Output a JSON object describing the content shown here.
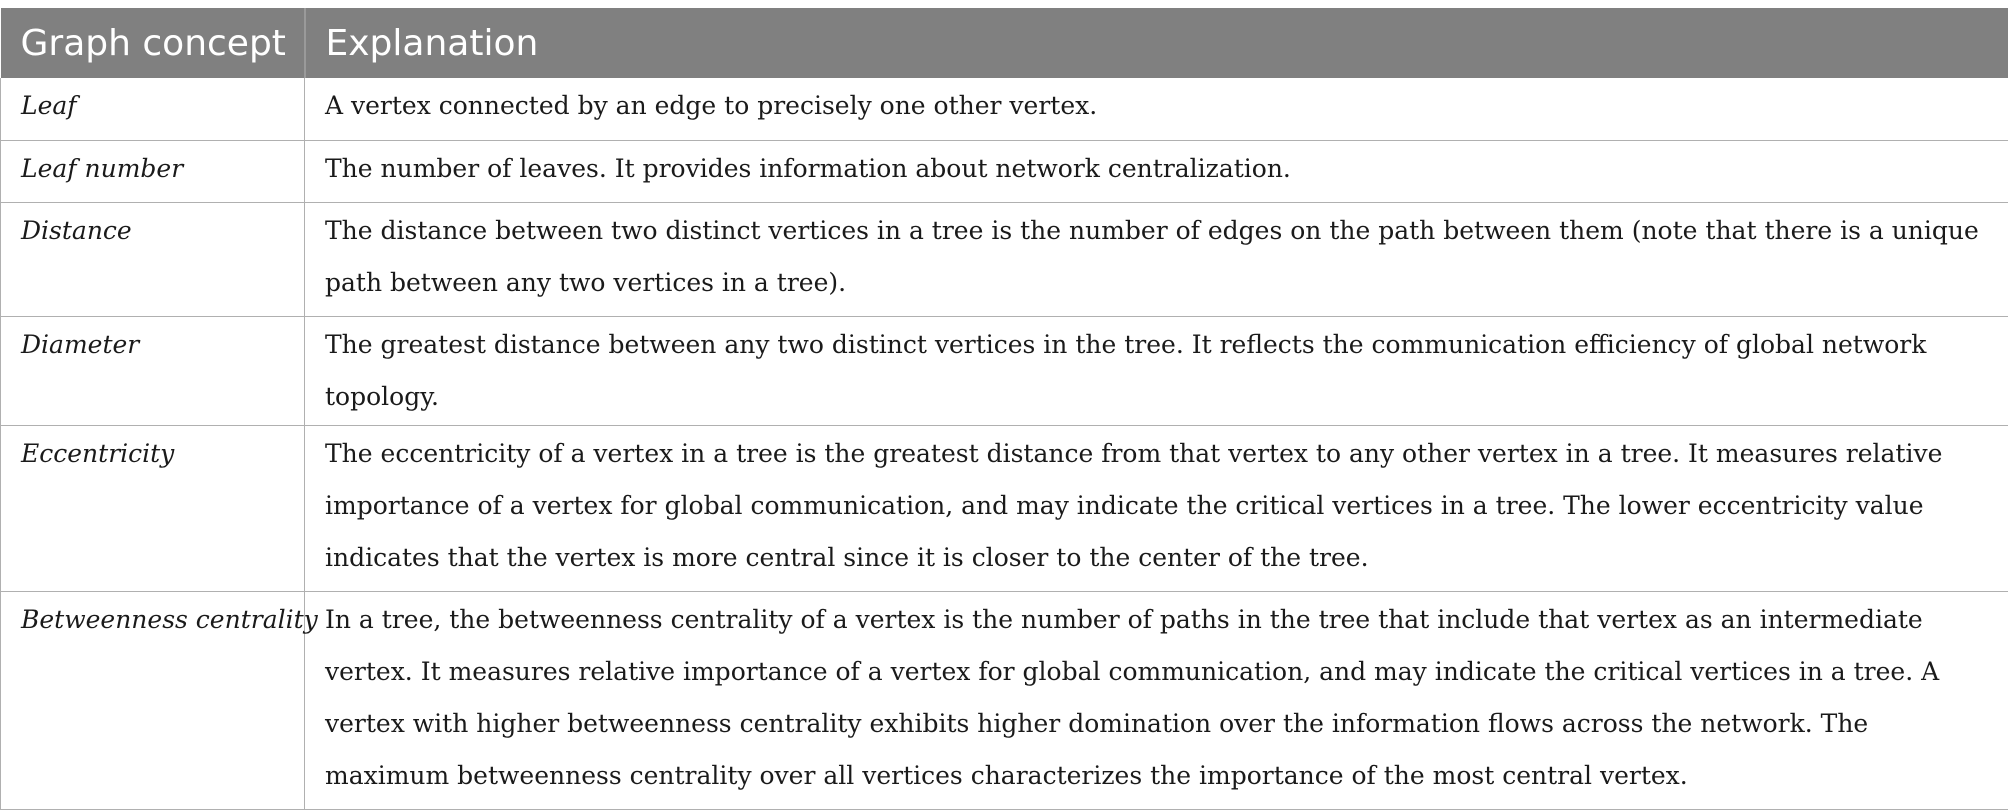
{
  "table": {
    "headers": [
      "Graph concept",
      "Explanation"
    ],
    "rows": [
      {
        "concept": "Leaf",
        "explanation": "A vertex connected by an edge to precisely one other vertex."
      },
      {
        "concept": "Leaf number",
        "explanation": "The number of leaves. It provides information about network centralization."
      },
      {
        "concept": "Distance",
        "explanation": "The distance between two distinct vertices in a tree is the number of edges on the path between them (note that there is a unique path between any two vertices in a tree)."
      },
      {
        "concept": "Diameter",
        "explanation": "The greatest distance between any two distinct vertices in the tree. It reflects the communication efficiency of global network topology."
      },
      {
        "concept": "Eccentricity",
        "explanation": "The eccentricity of a vertex in a tree is the greatest distance from that vertex to any other vertex in a tree. It measures relative importance of a vertex for global communication, and may indicate the critical vertices in a tree. The lower eccentricity value indicates that the vertex is more central since it is closer to the center of the tree."
      },
      {
        "concept": "Betweenness centrality",
        "explanation": "In a tree, the betweenness centrality of a vertex is the number of paths in the tree that include that vertex as an intermediate vertex. It measures relative importance of a vertex for global communication, and may indicate the critical vertices in a tree. A vertex with higher betweenness centrality exhibits higher domination over the information flows across the network. The maximum betweenness centrality over all vertices characterizes the importance of the most central vertex."
      }
    ]
  }
}
